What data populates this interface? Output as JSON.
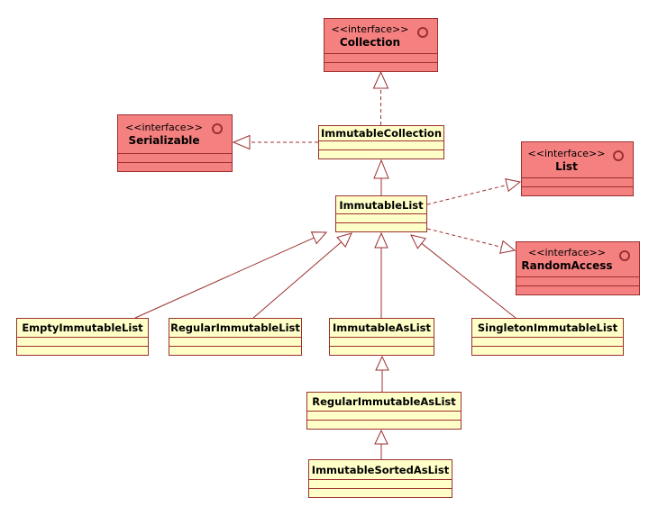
{
  "diagram": {
    "kind": "uml-class-diagram",
    "background": "#FFFFFF",
    "colors": {
      "interface_fill": "#F58080",
      "class_fill": "#FFFFC8",
      "line": "#9C3030",
      "arrowhead_fill": "#FFFFFF",
      "text": "#000000"
    }
  },
  "nodes": {
    "collection": {
      "stereotype": "<<interface>>",
      "name": "Collection",
      "kind": "interface"
    },
    "serializable": {
      "stereotype": "<<interface>>",
      "name": "Serializable",
      "kind": "interface"
    },
    "list": {
      "stereotype": "<<interface>>",
      "name": "List",
      "kind": "interface"
    },
    "randomaccess": {
      "stereotype": "<<interface>>",
      "name": "RandomAccess",
      "kind": "interface"
    },
    "immutablecollection": {
      "name": "ImmutableCollection",
      "kind": "class"
    },
    "immutablelist": {
      "name": "ImmutableList",
      "kind": "class"
    },
    "emptyimmutablelist": {
      "name": "EmptyImmutableList",
      "kind": "class"
    },
    "regularimmutablelist": {
      "name": "RegularImmutableList",
      "kind": "class"
    },
    "immutableaslist": {
      "name": "ImmutableAsList",
      "kind": "class"
    },
    "singletonimmutablelist": {
      "name": "SingletonImmutableList",
      "kind": "class"
    },
    "regularimmutableaslist": {
      "name": "RegularImmutableAsList",
      "kind": "class"
    },
    "immutablesortedaslist": {
      "name": "ImmutableSortedAsList",
      "kind": "class"
    }
  },
  "relations": [
    {
      "from": "ImmutableCollection",
      "to": "Collection",
      "type": "realization"
    },
    {
      "from": "ImmutableCollection",
      "to": "Serializable",
      "type": "realization"
    },
    {
      "from": "ImmutableList",
      "to": "ImmutableCollection",
      "type": "generalization"
    },
    {
      "from": "ImmutableList",
      "to": "List",
      "type": "realization"
    },
    {
      "from": "ImmutableList",
      "to": "RandomAccess",
      "type": "realization"
    },
    {
      "from": "EmptyImmutableList",
      "to": "ImmutableList",
      "type": "generalization"
    },
    {
      "from": "RegularImmutableList",
      "to": "ImmutableList",
      "type": "generalization"
    },
    {
      "from": "ImmutableAsList",
      "to": "ImmutableList",
      "type": "generalization"
    },
    {
      "from": "SingletonImmutableList",
      "to": "ImmutableList",
      "type": "generalization"
    },
    {
      "from": "RegularImmutableAsList",
      "to": "ImmutableAsList",
      "type": "generalization"
    },
    {
      "from": "ImmutableSortedAsList",
      "to": "RegularImmutableAsList",
      "type": "generalization"
    }
  ]
}
